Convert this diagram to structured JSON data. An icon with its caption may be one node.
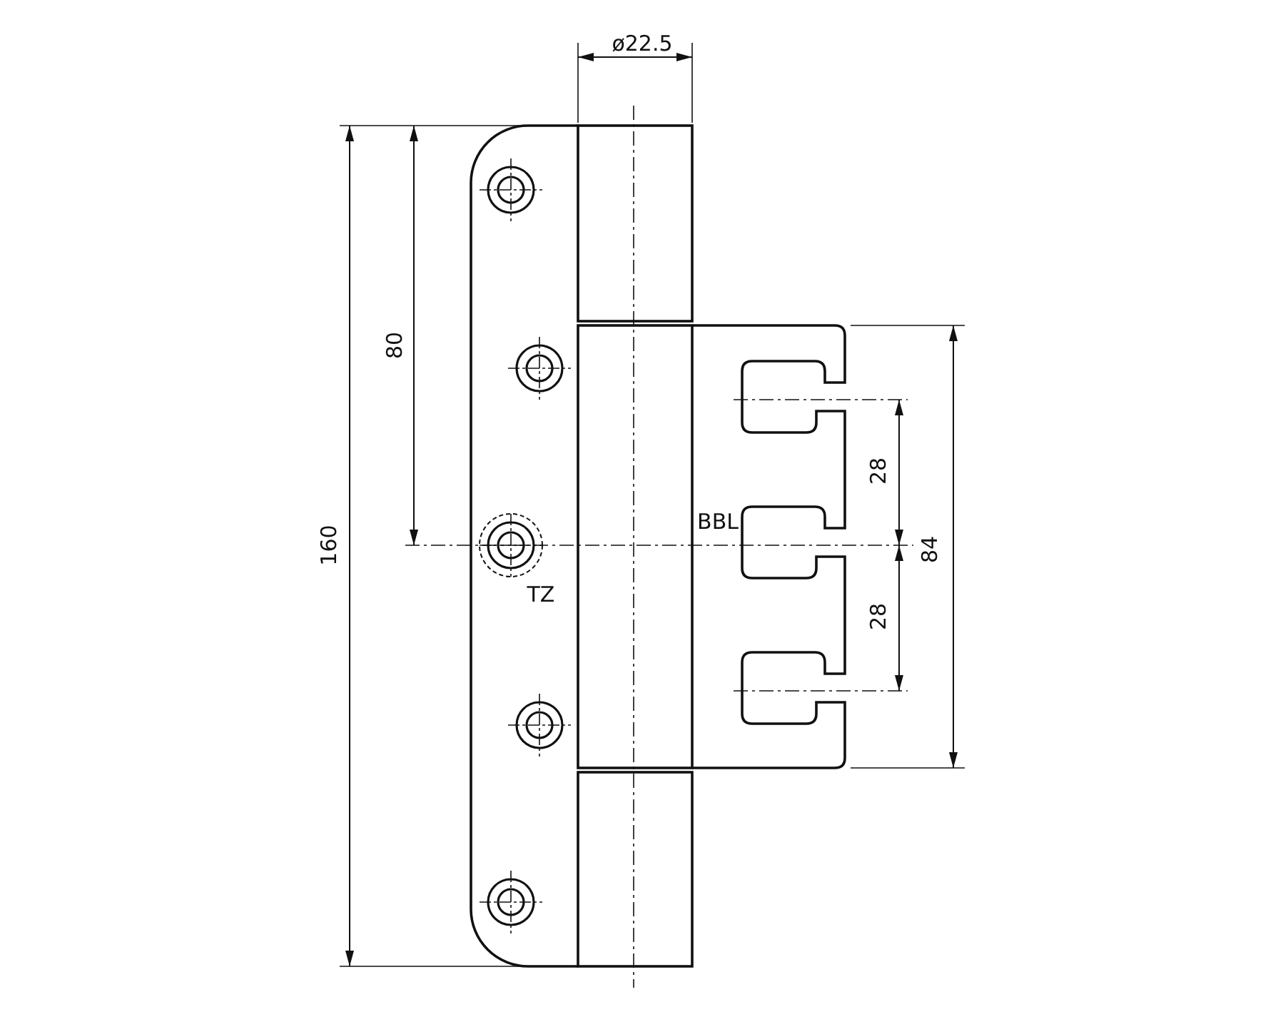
{
  "diagram": {
    "labels": [
      "ø22.5",
      "80",
      "160",
      "BBL",
      "TZ",
      "28",
      "84",
      "28"
    ]
  }
}
